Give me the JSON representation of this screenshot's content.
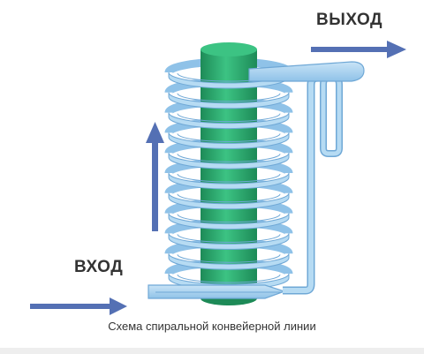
{
  "labels": {
    "output": "ВЫХОД",
    "input": "ВХОД",
    "caption": "Схема спиральной конвейерной линии"
  },
  "colors": {
    "belt_fill": "#a8d2ef",
    "belt_stroke": "#6fa8d6",
    "drum_fill": "#2ea86e",
    "drum_dark": "#1d8a57",
    "arrow": "#5470b4",
    "text": "#333333"
  },
  "icons": {
    "input_arrow": "arrow-right-icon",
    "output_arrow": "arrow-right-icon",
    "direction_arrow": "arrow-up-icon"
  },
  "spiral": {
    "tiers": 11
  }
}
